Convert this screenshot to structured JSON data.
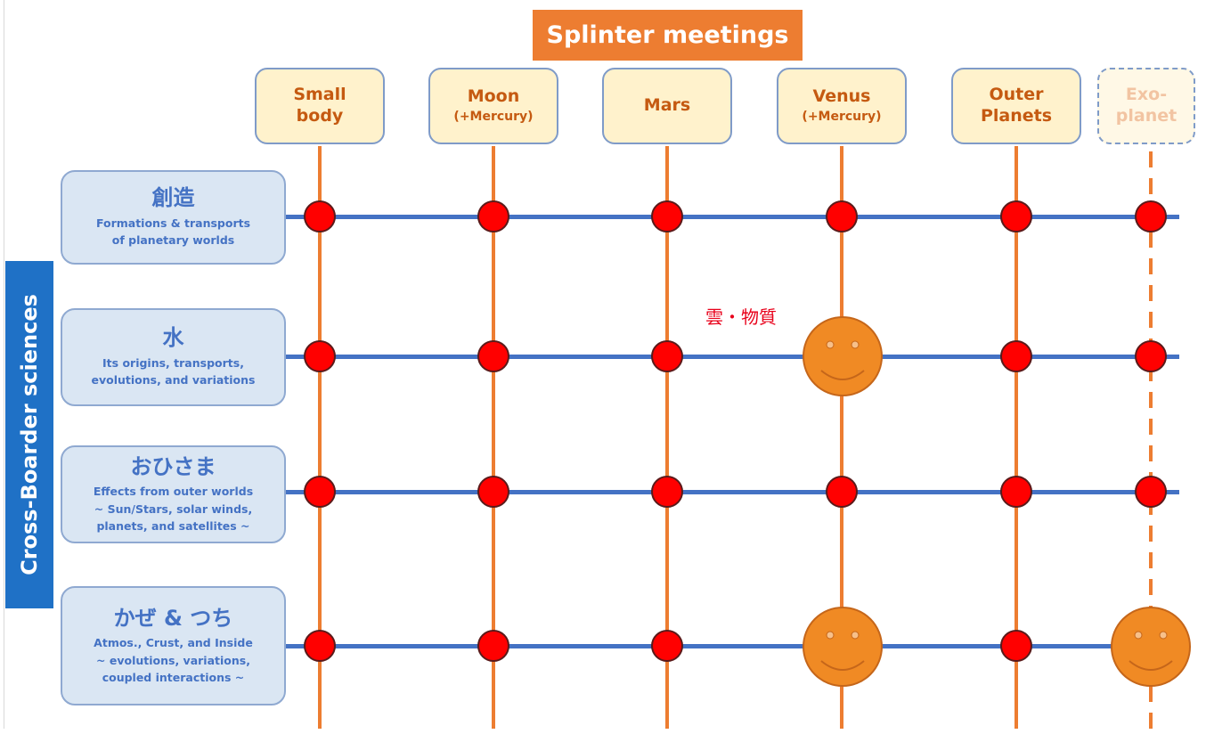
{
  "banner": {
    "label": "Splinter meetings"
  },
  "planets": [
    {
      "name": "Small\nbody",
      "sub": ""
    },
    {
      "name": "Moon",
      "sub": "(+Mercury)"
    },
    {
      "name": "Mars",
      "sub": ""
    },
    {
      "name": "Venus",
      "sub": "(+Mercury)"
    },
    {
      "name": "Outer\nPlanets",
      "sub": ""
    },
    {
      "name": "Exo-\nplanet",
      "sub": ""
    }
  ],
  "sidebar": {
    "label": "Cross-Boarder sciences"
  },
  "themes": [
    {
      "title": "創造",
      "desc": "Formations & transports\nof planetary worlds"
    },
    {
      "title": "水",
      "desc": "Its origins, transports,\nevolutions, and variations"
    },
    {
      "title": "おひさま",
      "desc": "Effects from outer worlds\n~ Sun/Stars, solar winds,\nplanets, and satellites ~"
    },
    {
      "title": "かぜ & つち",
      "desc": "Atmos., Crust, and Inside\n~ evolutions, variations,\ncoupled interactions ~"
    }
  ],
  "annotation": {
    "text": "雲・物質"
  },
  "colors": {
    "orange": "#ed7d31",
    "blue_line": "#4472c4",
    "red_dot": "#ff0000",
    "sidebar_blue": "#1f71c6",
    "planet_fill": "#fff2cc",
    "theme_fill": "#dae6f3"
  }
}
